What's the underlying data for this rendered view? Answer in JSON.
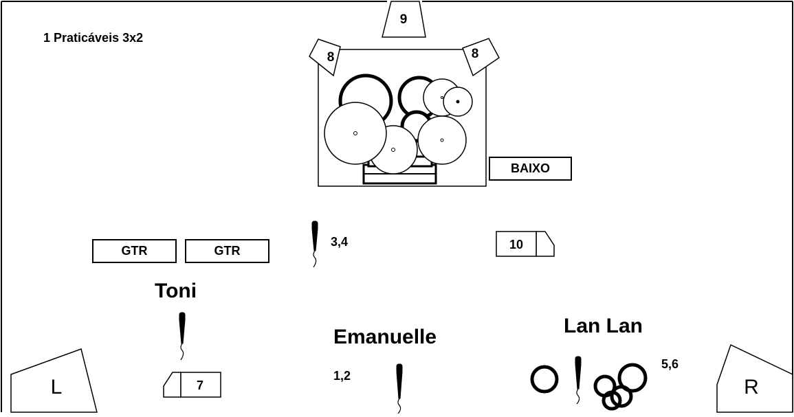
{
  "riser_note": "1 Praticáveis 3x2",
  "monitors": {
    "drum_fill": "9",
    "drum_left": "8",
    "drum_right": "8",
    "bass": "10",
    "vocal_left": "7"
  },
  "amps": {
    "bass": "BAIXO",
    "guitar_1": "GTR",
    "guitar_2": "GTR"
  },
  "mic_channels": {
    "center": "3,4",
    "emanuelle": "1,2",
    "lanlan": "5,6"
  },
  "performers": {
    "toni": "Toni",
    "emanuelle": "Emanuelle",
    "lanlan": "Lan Lan"
  },
  "side_fills": {
    "left": "L",
    "right": "R"
  }
}
